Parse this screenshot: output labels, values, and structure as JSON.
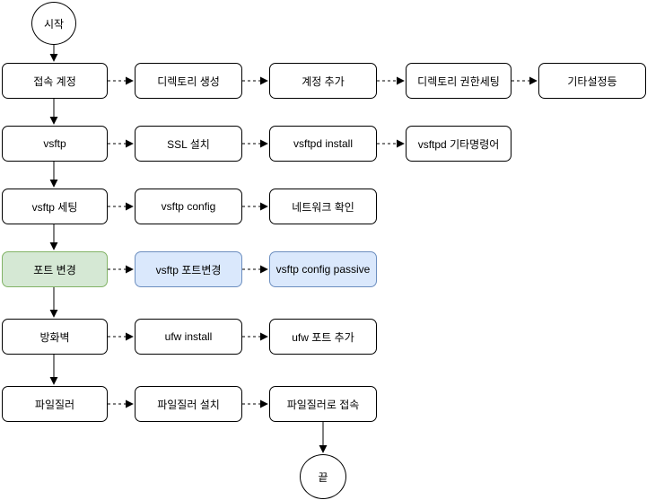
{
  "diagram": {
    "start": {
      "label": "시작"
    },
    "end": {
      "label": "끝"
    },
    "nodes": {
      "access_account": "접속 계정",
      "directory_create": "디렉토리 생성",
      "account_add": "계정 추가",
      "directory_permission": "디렉토리 권한세팅",
      "other_settings": "기타설정등",
      "vsftp": "vsftp",
      "ssl_install": "SSL 설치",
      "vsftpd_install": "vsftpd install",
      "vsftpd_other_commands": "vsftpd 기타명령어",
      "vsftp_setting": "vsftp 세팅",
      "vsftp_config": "vsftp config",
      "network_check": "네트워크 확인",
      "port_change": "포트 변경",
      "vsftp_port_change": "vsftp 포트변경",
      "vsftp_config_passive": "vsftp config passive",
      "firewall": "방화벽",
      "ufw_install": "ufw install",
      "ufw_port_add": "ufw 포트 추가",
      "filezilla": "파일질러",
      "filezilla_install": "파일질러 설치",
      "filezilla_connect": "파일질러로 접속"
    },
    "colors": {
      "default_fill": "#ffffff",
      "default_border": "#000000",
      "highlight_green_fill": "#d5e8d4",
      "highlight_green_border": "#82b366",
      "highlight_blue_fill": "#dae8fc",
      "highlight_blue_border": "#6c8ebf"
    }
  }
}
